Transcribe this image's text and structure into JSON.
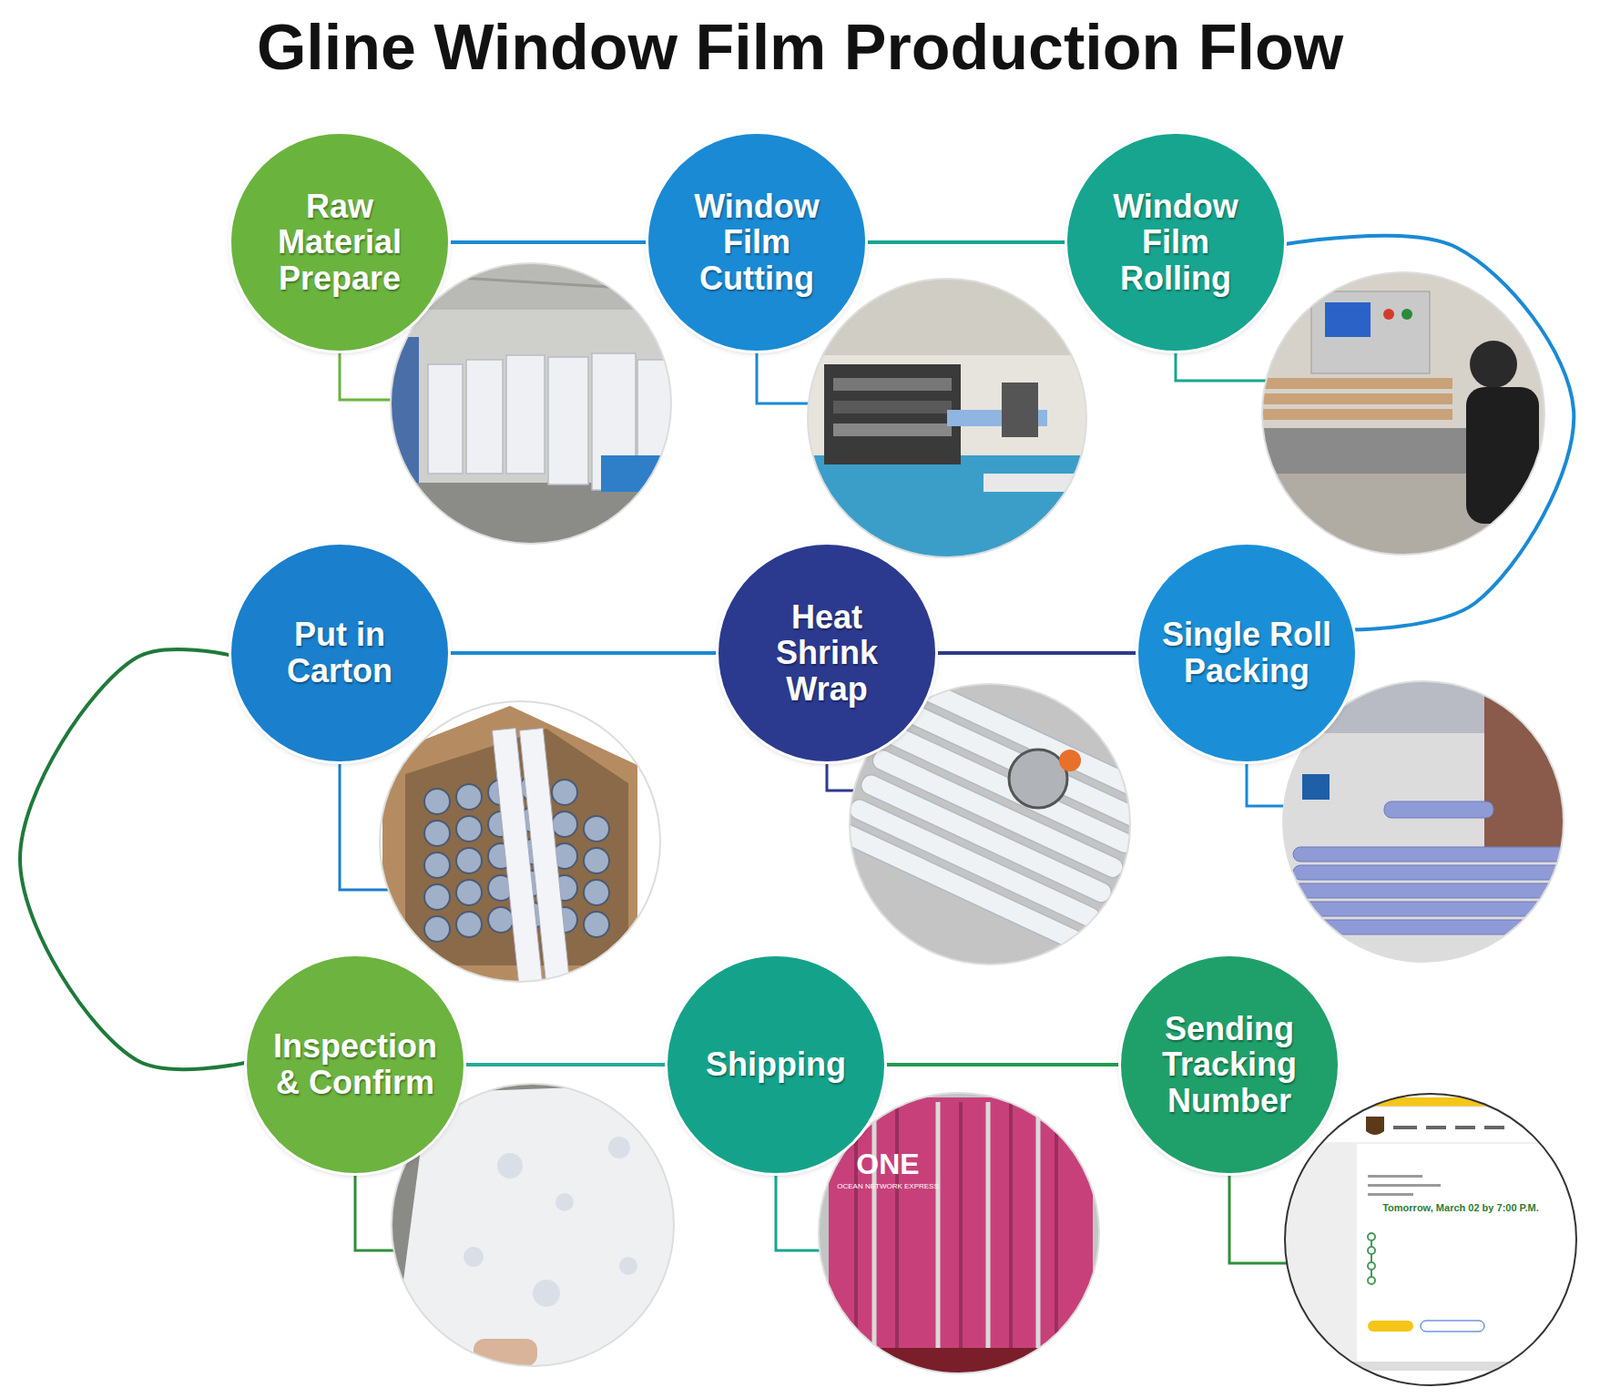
{
  "diagram": {
    "title": "Gline Window Film Production Flow",
    "nodes": [
      {
        "text": [
          "Raw Material Prepare"
        ]
      },
      {
        "text": [
          "Window Film Cutting"
        ]
      },
      {
        "text": [
          "Window Film Rolling"
        ]
      },
      {
        "text": [
          "Single Roll Packing"
        ]
      },
      {
        "text": [
          "Heat Shrink Wrap"
        ]
      },
      {
        "text": [
          "Put in Carton"
        ]
      },
      {
        "text": [
          "Inspection & Confirm"
        ]
      },
      {
        "text": [
          "Shipping"
        ]
      },
      {
        "text": [
          "Sending Tracking Number"
        ]
      }
    ],
    "edges": [
      {
        "from": 0,
        "to": 1,
        "arrow": "none"
      },
      {
        "from": 1,
        "to": 2,
        "arrow": "none"
      },
      {
        "from": 2,
        "to": 3,
        "arrow": "none"
      },
      {
        "from": 3,
        "to": 4,
        "arrow": "none"
      },
      {
        "from": 4,
        "to": 5,
        "arrow": "none"
      },
      {
        "from": 5,
        "to": 6,
        "arrow": "none"
      },
      {
        "from": 6,
        "to": 7,
        "arrow": "none"
      },
      {
        "from": 7,
        "to": 8,
        "arrow": "none"
      }
    ],
    "labels": [
      "ONE",
      "OCEAN NETWORK EXPRESS",
      "Tomorrow, March 02 by 7:00 P.M."
    ]
  }
}
